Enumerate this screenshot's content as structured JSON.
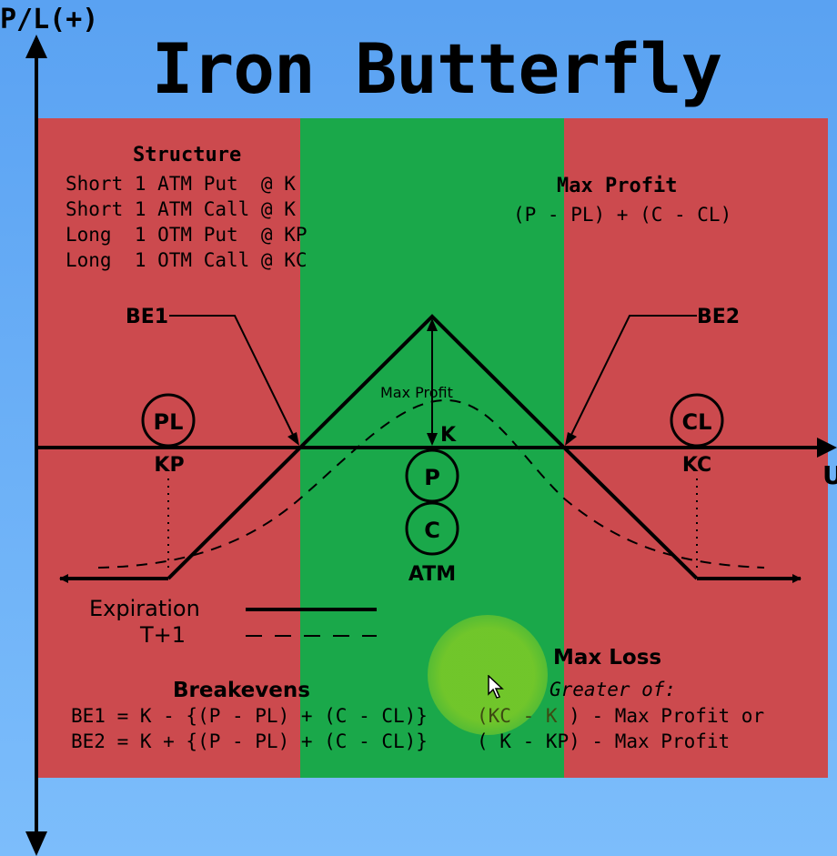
{
  "title": "Iron Butterfly",
  "axes": {
    "y_label": "P/L(+)",
    "x_label": "U"
  },
  "colors": {
    "loss_zone": "#cc4a4e",
    "profit_zone": "#1aa84a",
    "background": "#6fb3f8",
    "cursor_halo": "#78c828"
  },
  "structure": {
    "heading": "Structure",
    "lines": [
      "Short 1 ATM Put  @ K",
      "Short 1 ATM Call @ K",
      "Long  1 OTM Put  @ KP",
      "Long  1 OTM Call @ KC"
    ]
  },
  "max_profit_box": {
    "heading": "Max Profit",
    "formula": "(P - PL) + (C - CL)"
  },
  "chart": {
    "be1": "BE1",
    "be2": "BE2",
    "max_profit_label": "Max Profit",
    "k": "K",
    "kp": "KP",
    "kc": "KC",
    "pl": "PL",
    "cl": "CL",
    "p": "P",
    "c": "C",
    "atm": "ATM"
  },
  "legend": {
    "expiration": "Expiration",
    "t_plus_1": "T+1"
  },
  "breakevens": {
    "heading": "Breakevens",
    "be1_formula": "BE1 = K - {(P - PL) + (C - CL)}",
    "be2_formula": "BE2 = K + {(P - PL) + (C - CL)}"
  },
  "max_loss": {
    "heading": "Max Loss",
    "subheading": "Greater of:",
    "line1_part1": "(KC - K ",
    "line1_part2": ") - Max Profit or",
    "line2": "( K - KP) - Max Profit"
  },
  "icons": {
    "cursor": "mouse-pointer-icon"
  }
}
